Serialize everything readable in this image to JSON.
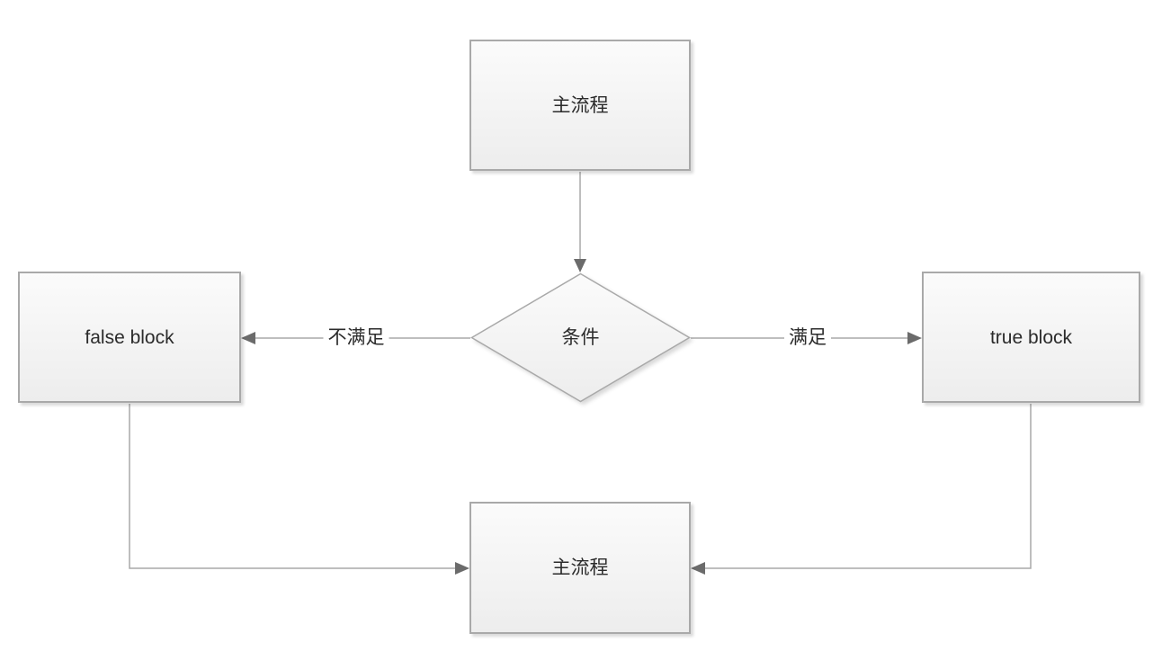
{
  "diagram": {
    "type": "flowchart",
    "nodes": {
      "start": {
        "label": "主流程",
        "shape": "rectangle"
      },
      "condition": {
        "label": "条件",
        "shape": "diamond"
      },
      "false_block": {
        "label": "false block",
        "shape": "rectangle"
      },
      "true_block": {
        "label": "true block",
        "shape": "rectangle"
      },
      "end": {
        "label": "主流程",
        "shape": "rectangle"
      }
    },
    "edges": {
      "start_to_condition": {
        "from": "start",
        "to": "condition",
        "label": ""
      },
      "condition_to_false": {
        "from": "condition",
        "to": "false_block",
        "label": "不满足"
      },
      "condition_to_true": {
        "from": "condition",
        "to": "true_block",
        "label": "满足"
      },
      "false_to_end": {
        "from": "false_block",
        "to": "end",
        "label": ""
      },
      "true_to_end": {
        "from": "true_block",
        "to": "end",
        "label": ""
      }
    },
    "colors": {
      "background": "#ffffff",
      "node_border": "#a9a9a9",
      "node_fill_top": "#fbfbfb",
      "node_fill_bottom": "#ededed",
      "connector": "#a9a9a9",
      "arrowhead": "#6b6b6b",
      "text": "#2b2b2b"
    }
  }
}
